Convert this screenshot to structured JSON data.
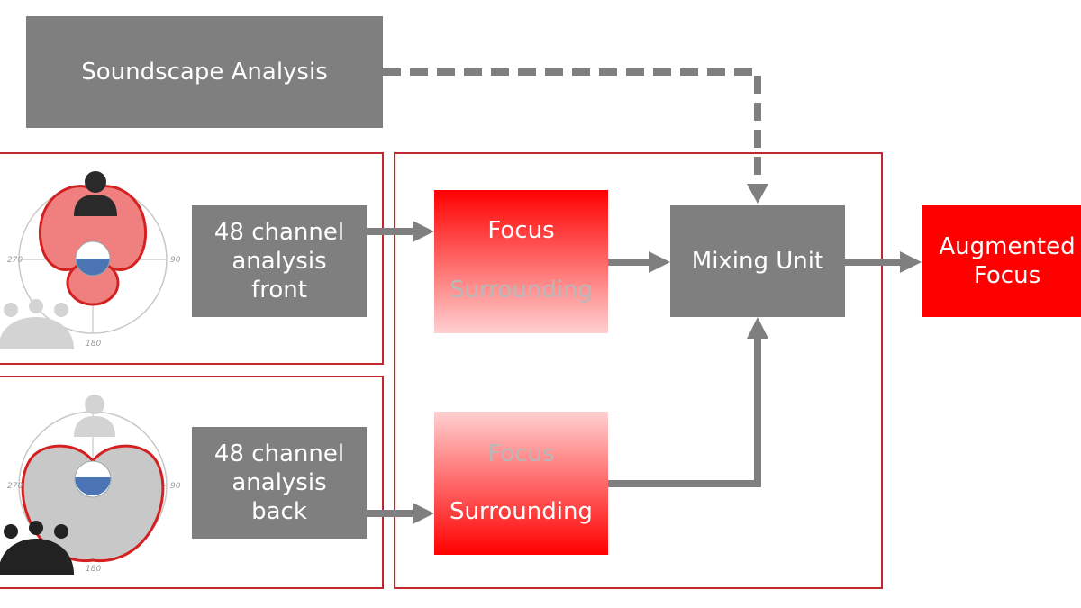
{
  "soundscape": {
    "label": "Soundscape Analysis"
  },
  "analysis_front": {
    "lines": [
      "48 channel",
      "analysis",
      "front"
    ]
  },
  "analysis_back": {
    "lines": [
      "48 channel",
      "analysis",
      "back"
    ]
  },
  "focus_front": {
    "focus": "Focus",
    "surrounding": "Surrounding"
  },
  "focus_back": {
    "focus": "Focus",
    "surrounding": "Surrounding"
  },
  "mixing": {
    "label": "Mixing Unit"
  },
  "output": {
    "lines": [
      "Augmented",
      "Focus"
    ]
  },
  "polar_front": {
    "left": "270",
    "right": "90",
    "bottom": "180"
  },
  "polar_back": {
    "left": "270",
    "right": "90",
    "bottom": "180"
  },
  "colors": {
    "grey": "#7f7f7f",
    "red": "#ff0000",
    "frame": "#c0282d",
    "pattern_fill": "#f08080",
    "back_fill": "#c8c8c8"
  }
}
